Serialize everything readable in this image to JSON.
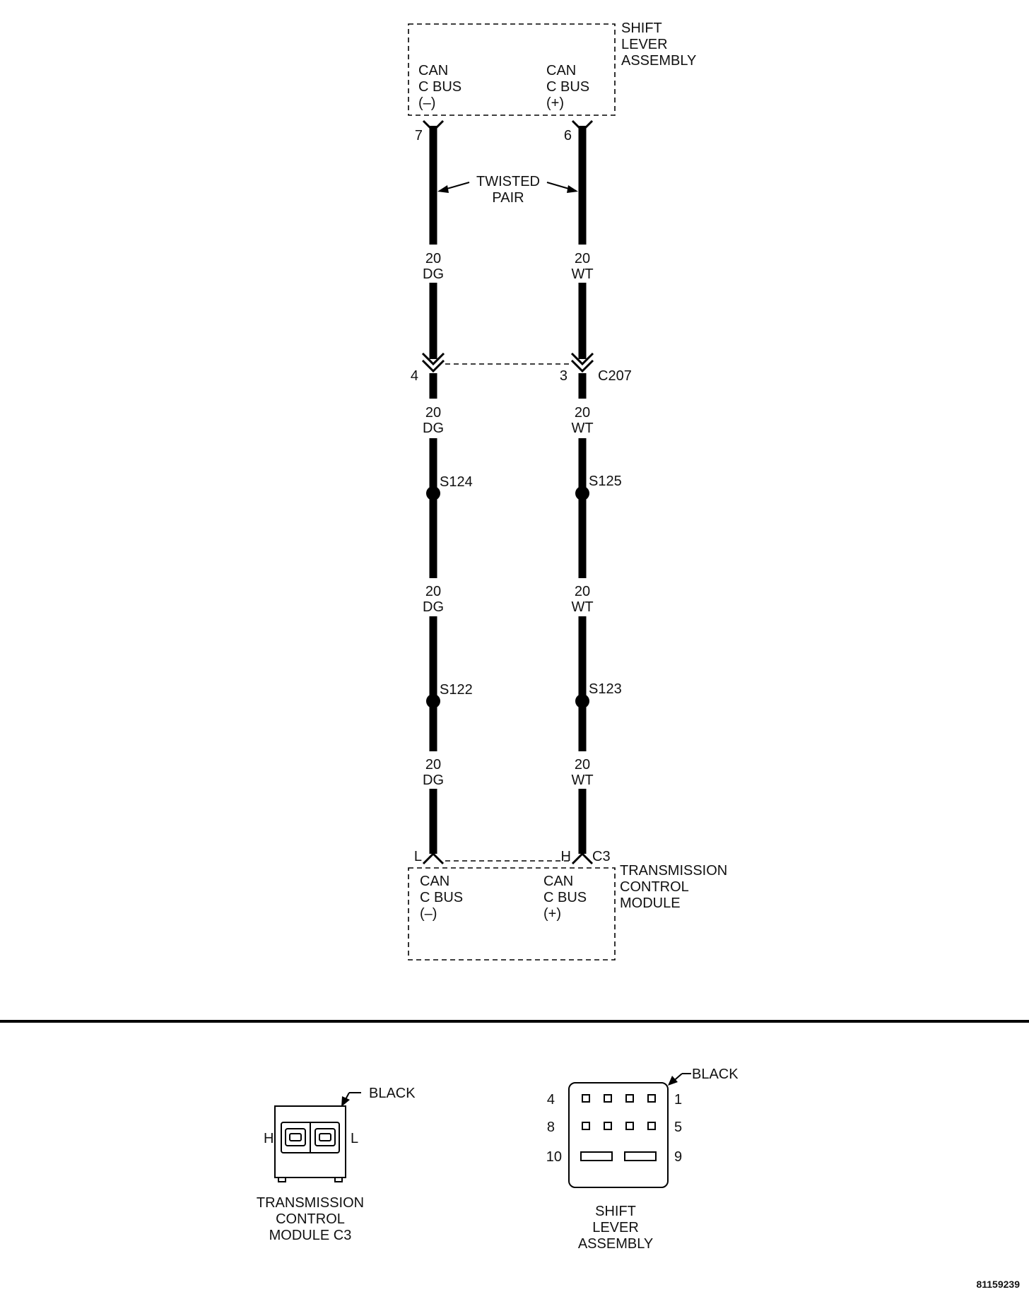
{
  "top_component": {
    "name": [
      "SHIFT",
      "LEVER",
      "ASSEMBLY"
    ],
    "left_pin_label": [
      "CAN",
      "C BUS",
      "(–)"
    ],
    "right_pin_label": [
      "CAN",
      "C BUS",
      "(+)"
    ]
  },
  "pins_top": {
    "left": "7",
    "right": "6"
  },
  "twisted_pair": [
    "TWISTED",
    "PAIR"
  ],
  "wires": {
    "left": {
      "gauge": "20",
      "color": "DG"
    },
    "right": {
      "gauge": "20",
      "color": "WT"
    }
  },
  "connector_c207": {
    "name": "C207",
    "left_pin": "4",
    "right_pin": "3"
  },
  "splices": {
    "left_upper": "S124",
    "right_upper": "S125",
    "left_lower": "S122",
    "right_lower": "S123"
  },
  "bottom_connector": {
    "name": "C3",
    "left_pin": "L",
    "right_pin": "H"
  },
  "bottom_component": {
    "name": [
      "TRANSMISSION",
      "CONTROL",
      "MODULE"
    ],
    "left_pin_label": [
      "CAN",
      "C BUS",
      "(–)"
    ],
    "right_pin_label": [
      "CAN",
      "C BUS",
      "(+)"
    ]
  },
  "connector_views": {
    "tcm": {
      "color": "BLACK",
      "left_cavity": "H",
      "right_cavity": "L",
      "caption": [
        "TRANSMISSION",
        "CONTROL",
        "MODULE C3"
      ]
    },
    "shift_lever": {
      "color": "BLACK",
      "row1": {
        "left": "4",
        "right": "1"
      },
      "row2": {
        "left": "8",
        "right": "5"
      },
      "row3": {
        "left": "10",
        "right": "9"
      },
      "caption": [
        "SHIFT",
        "LEVER",
        "ASSEMBLY"
      ]
    }
  },
  "figure_id": "81159239"
}
